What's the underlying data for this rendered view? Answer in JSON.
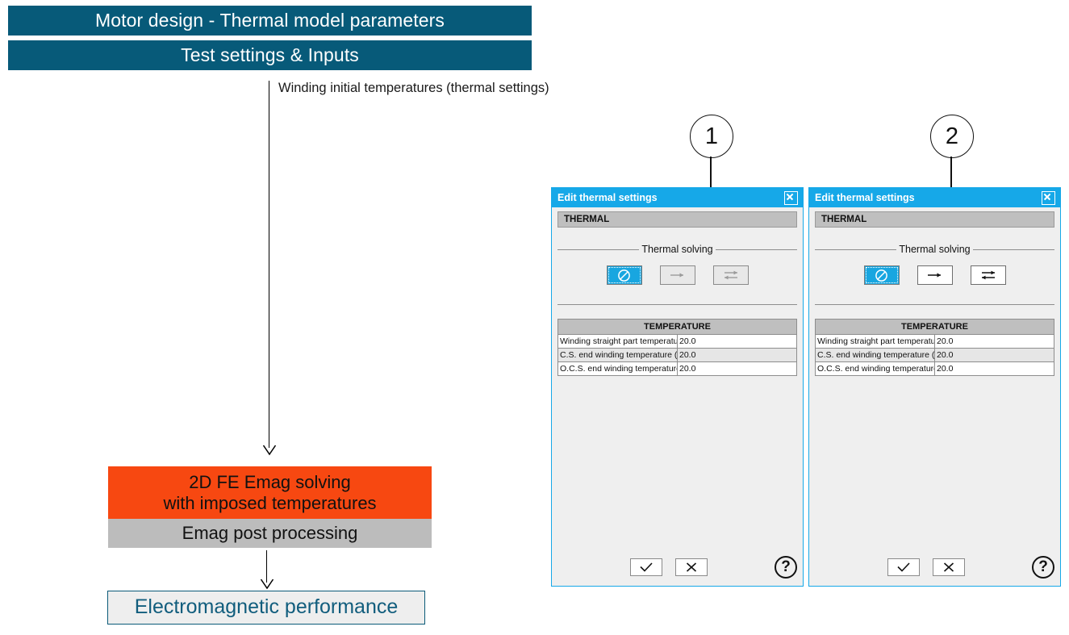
{
  "flow": {
    "title": "Motor design - Thermal model parameters",
    "subtitle": "Test settings & Inputs",
    "branch_label": "Winding initial temperatures (thermal settings)",
    "emag_solving_line1": "2D FE Emag solving",
    "emag_solving_line2": "with imposed temperatures",
    "emag_post": "Emag post processing",
    "performance": "Electromagnetic performance",
    "colors": {
      "banner": "#075a79",
      "solving": "#f74811",
      "post": "#bcbcbc",
      "performance_text": "#115d7d"
    }
  },
  "callouts": [
    {
      "number": "1"
    },
    {
      "number": "2"
    }
  ],
  "dialogs": [
    {
      "title": "Edit thermal settings",
      "close_label": "close-icon",
      "section": "THERMAL",
      "fieldset_legend": "Thermal solving",
      "toggles": [
        {
          "icon": "no-thermal-solving-icon",
          "glyph": "Ø",
          "state": "selected"
        },
        {
          "icon": "one-way-coupling-icon",
          "glyph": "→",
          "state": "disabled"
        },
        {
          "icon": "two-way-coupling-icon",
          "glyph": "⇄",
          "state": "disabled"
        }
      ],
      "table": {
        "header": "TEMPERATURE",
        "rows": [
          {
            "name": "Winding straight part temperature (°C)",
            "value": "20.0"
          },
          {
            "name": "C.S. end winding temperature (°C)",
            "value": "20.0"
          },
          {
            "name": "O.C.S. end winding temperature (°C)",
            "value": "20.0"
          }
        ]
      },
      "footer": {
        "ok_glyph": "✓",
        "cancel_glyph": "✕",
        "help_glyph": "?"
      }
    },
    {
      "title": "Edit thermal settings",
      "close_label": "close-icon",
      "section": "THERMAL",
      "fieldset_legend": "Thermal solving",
      "toggles": [
        {
          "icon": "no-thermal-solving-icon",
          "glyph": "Ø",
          "state": "selected"
        },
        {
          "icon": "one-way-coupling-icon",
          "glyph": "→",
          "state": "enabled"
        },
        {
          "icon": "two-way-coupling-icon",
          "glyph": "⇄",
          "state": "enabled"
        }
      ],
      "table": {
        "header": "TEMPERATURE",
        "rows": [
          {
            "name": "Winding straight part temperature (°C)",
            "value": "20.0"
          },
          {
            "name": "C.S. end winding temperature (°C)",
            "value": "20.0"
          },
          {
            "name": "O.C.S. end winding temperature (°C)",
            "value": "20.0"
          }
        ]
      },
      "footer": {
        "ok_glyph": "✓",
        "cancel_glyph": "✕",
        "help_glyph": "?"
      }
    }
  ]
}
